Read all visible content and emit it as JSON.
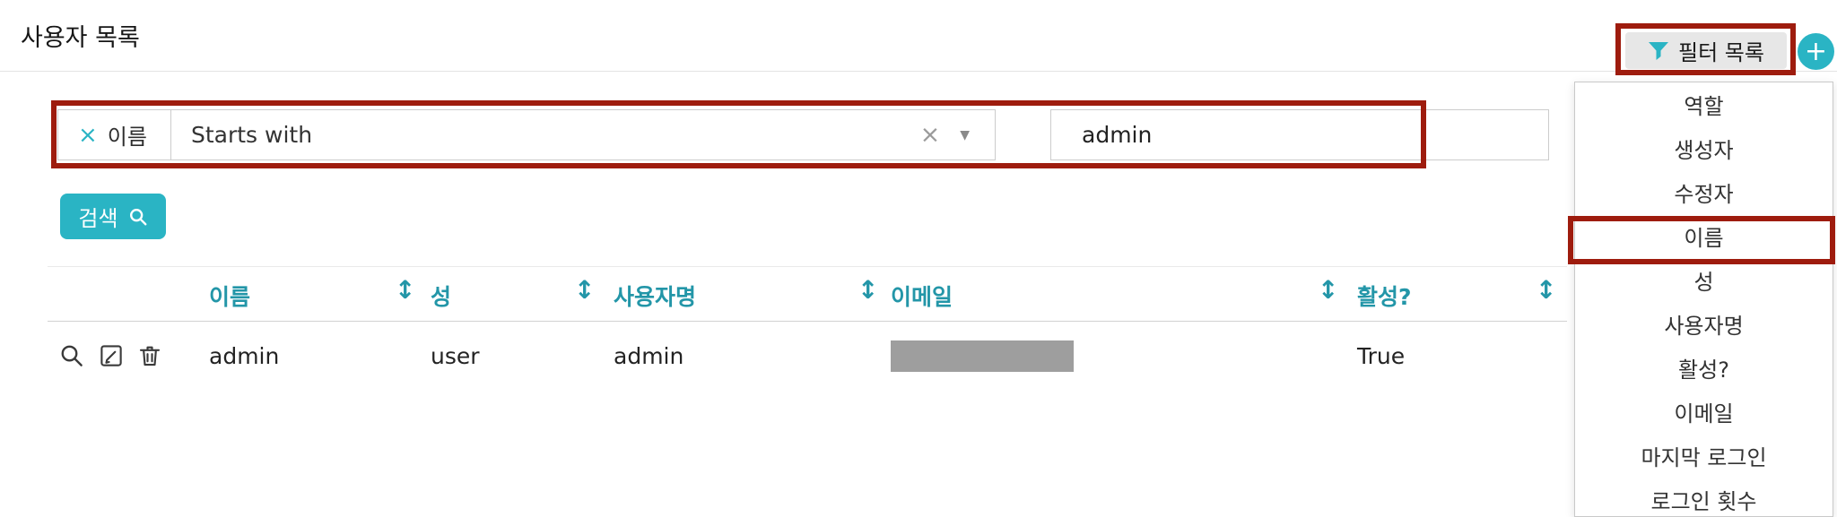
{
  "colors": {
    "accent_teal": "#2ab4c4",
    "table_header_teal": "#2396a8",
    "annotation_red": "#9e1c0e",
    "redaction_gray": "#9e9e9e",
    "filter_button_gray": "#e7e7e7"
  },
  "page": {
    "title": "사용자 목록"
  },
  "toolbar": {
    "filter_button": {
      "label": "필터 목록",
      "icon": "funnel-icon"
    },
    "add_button": {
      "label": "+"
    }
  },
  "filter_menu": {
    "items": [
      "역할",
      "생성자",
      "수정자",
      "이름",
      "성",
      "사용자명",
      "활성?",
      "이메일",
      "마지막 로그인",
      "로그인 횟수"
    ],
    "highlighted_item": "이름"
  },
  "active_filter": {
    "remove_label": "×",
    "field_label": "이름",
    "operator": {
      "value": "Starts with",
      "clear_label": "×",
      "caret": "▼"
    },
    "value": "admin"
  },
  "search": {
    "label": "검색"
  },
  "table": {
    "sort_icon": "↕",
    "columns": [
      "이름",
      "성",
      "사용자명",
      "이메일",
      "활성?"
    ],
    "rows": [
      {
        "name": "admin",
        "last_name": "user",
        "username": "admin",
        "email_redacted": true,
        "active": "True"
      }
    ]
  }
}
